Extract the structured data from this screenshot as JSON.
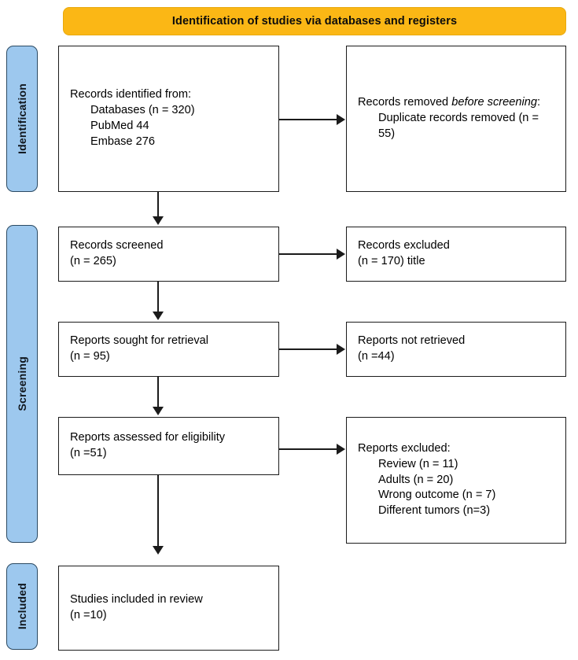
{
  "diagram": {
    "type": "prisma-flow-diagram",
    "banner": {
      "title": "Identification of studies via databases and registers",
      "color": "#FBB715"
    },
    "stages": [
      {
        "id": "identification",
        "label": "Identification",
        "color": "#9DC8EE"
      },
      {
        "id": "screening",
        "label": "Screening",
        "color": "#9DC8EE"
      },
      {
        "id": "included",
        "label": "Included",
        "color": "#9DC8EE"
      }
    ],
    "boxes": {
      "identified": {
        "line1": "Records identified from:",
        "line2": "Databases (n = 320)",
        "line3": "PubMed 44",
        "line4": "Embase 276"
      },
      "removed": {
        "line1_a": "Records removed ",
        "line1_b": "before screening",
        "line1_c": ":",
        "line2": "Duplicate records removed (n = 55)"
      },
      "screened": {
        "line1": "Records screened",
        "line2": "(n = 265)"
      },
      "excluded_title": {
        "line1": "Records excluded",
        "line2": "(n = 170) title"
      },
      "sought": {
        "line1": "Reports sought for retrieval",
        "line2": "(n = 95)"
      },
      "not_retrieved": {
        "line1": "Reports not retrieved",
        "line2": "(n =44)"
      },
      "assessed": {
        "line1": "Reports assessed for eligibility",
        "line2": "(n =51)"
      },
      "reports_excluded": {
        "line1": "Reports excluded:",
        "line2": "Review (n = 11)",
        "line3": "Adults (n = 20)",
        "line4": "Wrong outcome (n = 7)",
        "line5": "Different tumors (n=3)"
      },
      "included": {
        "line1": "Studies included in review",
        "line2": "(n =10)"
      }
    }
  }
}
